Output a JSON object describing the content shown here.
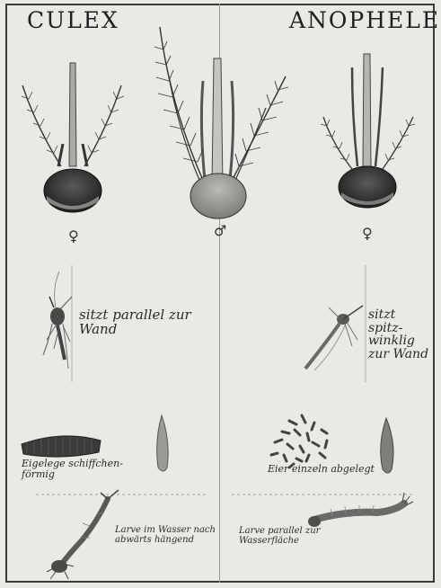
{
  "headers": {
    "left": "CULEX",
    "right": "ANOPHELES"
  },
  "sex_symbols": {
    "female": "♀",
    "male": "♂"
  },
  "culex": {
    "resting_label": "sitzt parallel zur Wand",
    "eggs_label": "Eigelege schiffchen-förmig",
    "larva_label": "Larve im Wasser nach abwärts hängend"
  },
  "anopheles": {
    "resting_label": "sitzt spitz-winklig zur Wand",
    "eggs_label": "Eier einzeln abgelegt",
    "larva_label": "Larve parallel zur Wasserfläche"
  },
  "colors": {
    "paper": "#e9e9e6",
    "ink": "#1e1e1e",
    "head_dark": "#2b2b2b",
    "pale_ink": "#8d8d8a"
  }
}
